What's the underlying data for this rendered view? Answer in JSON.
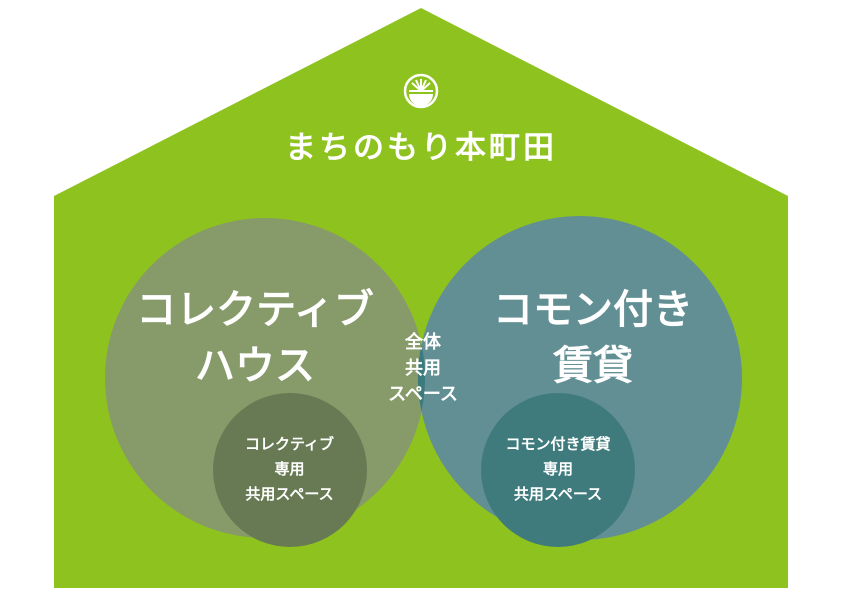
{
  "colors": {
    "house": "#8ec21f",
    "left_circle": "#879a69",
    "right_circle": "#628f93",
    "overlap": "#3b7a7d",
    "left_sub_circle": "#677a53",
    "right_sub_circle": "#3f7b7d",
    "text": "#ffffff"
  },
  "logo_icon": "leaf-circle-icon",
  "title": "まちのもり本町田",
  "left": {
    "title_lines": [
      "コレクティブ",
      "ハウス"
    ],
    "sub_lines": [
      "コレクティブ",
      "専用",
      "共用スペース"
    ]
  },
  "center": {
    "lines": [
      "全体",
      "共用",
      "スペース"
    ]
  },
  "right": {
    "title_lines": [
      "コモン付き",
      "賃貸"
    ],
    "sub_lines": [
      "コモン付き賃貸",
      "専用",
      "共用スペース"
    ]
  }
}
